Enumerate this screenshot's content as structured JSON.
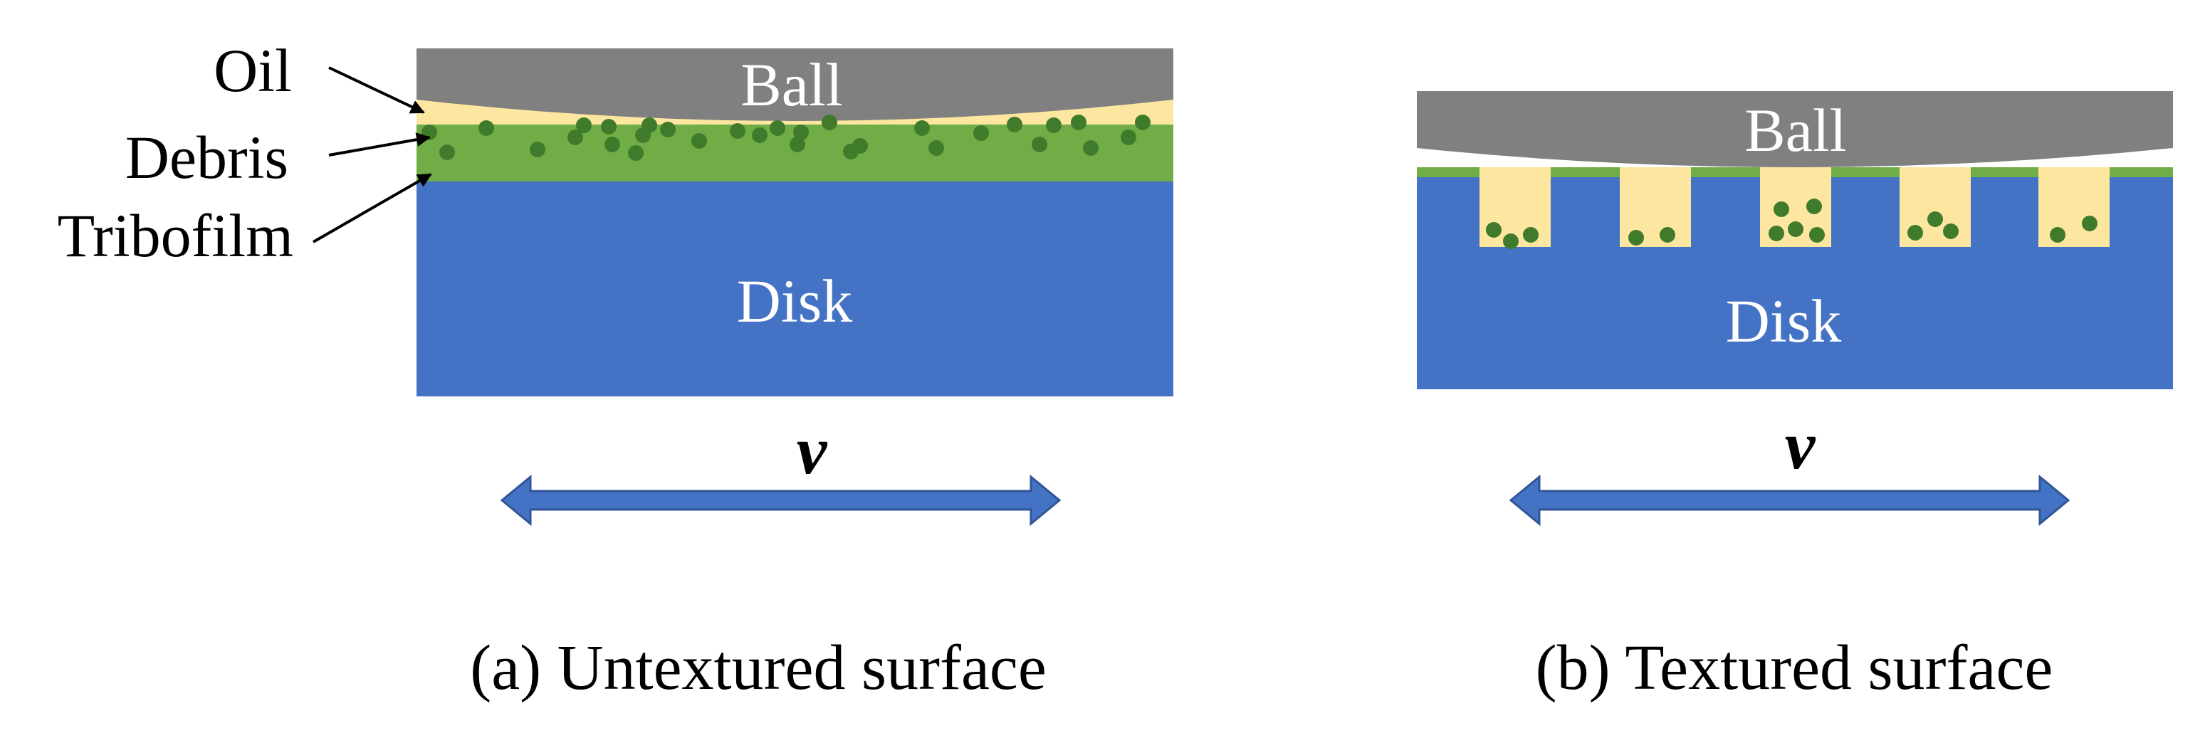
{
  "panels": {
    "untextured": {
      "ball_label": "Ball",
      "disk_label": "Disk",
      "velocity_label": "v",
      "caption": "(a) Untextured surface"
    },
    "textured": {
      "ball_label": "Ball",
      "disk_label": "Disk",
      "velocity_label": "v",
      "caption": "(b) Textured surface"
    }
  },
  "callouts": {
    "oil": "Oil",
    "debris": "Debris",
    "tribofilm": "Tribofilm"
  },
  "colors": {
    "ball": "#808080",
    "oil": "#fde6a0",
    "tribofilm": "#70ad47",
    "debris": "#3f7b2b",
    "disk": "#4472c4",
    "arrow": "#4472c4",
    "arrow_edge": "#2f5597"
  }
}
